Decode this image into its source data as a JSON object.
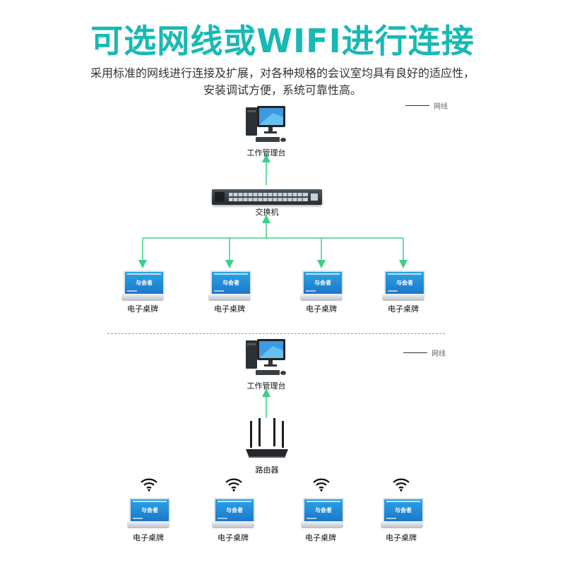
{
  "title": "可选网线或WIFI进行连接",
  "subtitle_line1": "采用标准的网线进行连接及扩展，对各种规格的会议室均具有良好的适应性，",
  "subtitle_line2": "安装调试方便，系统可靠性高。",
  "wired": {
    "legend": "网线",
    "console_label": "工作管理台",
    "switch_label": "交换机",
    "nameplate_label": "电子桌牌",
    "screen_text": "与会者",
    "nameplates": [
      "电子桌牌",
      "电子桌牌",
      "电子桌牌",
      "电子桌牌"
    ]
  },
  "wireless": {
    "legend": "网线",
    "console_label": "工作管理台",
    "router_label": "路由器",
    "screen_text": "与会者",
    "nameplates": [
      "电子桌牌",
      "电子桌牌",
      "电子桌牌",
      "电子桌牌"
    ]
  },
  "colors": {
    "accent": "#18b9b4",
    "wire": "#3ccf86",
    "screen": "#1d77c9"
  },
  "icons": [
    "computer-workstation-icon",
    "network-switch-icon",
    "wifi-router-icon",
    "wifi-signal-icon",
    "electronic-nameplate-icon"
  ]
}
